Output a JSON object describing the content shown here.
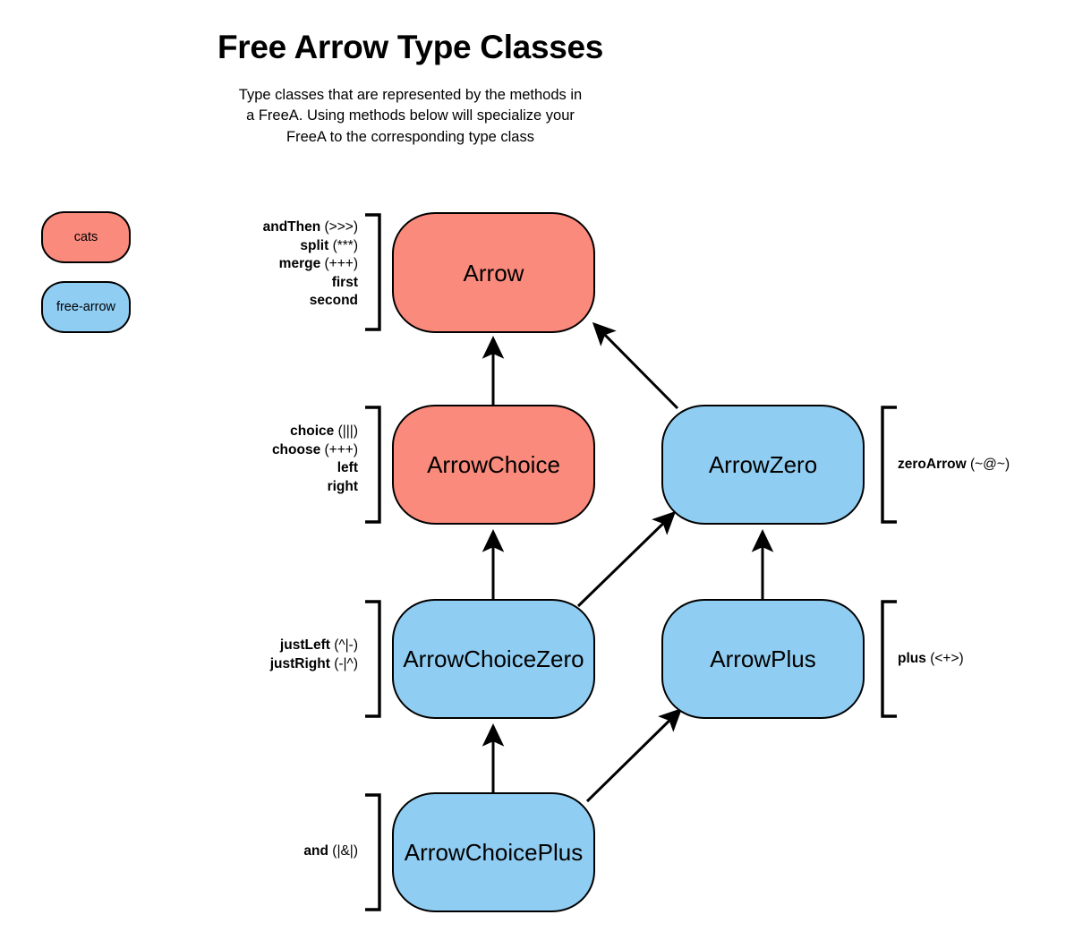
{
  "header": {
    "title": "Free Arrow Type Classes",
    "subtitle_lines": [
      "Type classes that are represented by the methods in",
      "a FreeA. Using methods below will specialize your",
      "FreeA to the corresponding type class"
    ]
  },
  "colors": {
    "cats": "#fa8a7c",
    "free_arrow": "#90cdf2",
    "stroke": "#000000",
    "background": "#ffffff"
  },
  "legend": {
    "items": [
      {
        "label": "cats",
        "color_key": "cats"
      },
      {
        "label": "free-arrow",
        "color_key": "free_arrow"
      }
    ]
  },
  "nodes": [
    {
      "id": "arrow",
      "label": "Arrow",
      "group": "cats"
    },
    {
      "id": "arrow_choice",
      "label": "ArrowChoice",
      "group": "cats"
    },
    {
      "id": "arrow_zero",
      "label": "ArrowZero",
      "group": "free-arrow"
    },
    {
      "id": "arrow_choice_zero",
      "label": "ArrowChoiceZero",
      "group": "free-arrow"
    },
    {
      "id": "arrow_plus",
      "label": "ArrowPlus",
      "group": "free-arrow"
    },
    {
      "id": "arrow_choice_plus",
      "label": "ArrowChoicePlus",
      "group": "free-arrow"
    }
  ],
  "method_groups": {
    "arrow": {
      "node": "Arrow",
      "methods": [
        {
          "name": "andThen",
          "operator": "(>>>)"
        },
        {
          "name": "split",
          "operator": "(***)"
        },
        {
          "name": "merge",
          "operator": "(+++)"
        },
        {
          "name": "first",
          "operator": ""
        },
        {
          "name": "second",
          "operator": ""
        }
      ]
    },
    "arrow_choice": {
      "node": "ArrowChoice",
      "methods": [
        {
          "name": "choice",
          "operator": "(|||)"
        },
        {
          "name": "choose",
          "operator": "(+++)"
        },
        {
          "name": "left",
          "operator": ""
        },
        {
          "name": "right",
          "operator": ""
        }
      ]
    },
    "arrow_choice_zero": {
      "node": "ArrowChoiceZero",
      "methods": [
        {
          "name": "justLeft",
          "operator": "(^|-)"
        },
        {
          "name": "justRight",
          "operator": "(-|^)"
        }
      ]
    },
    "arrow_choice_plus": {
      "node": "ArrowChoicePlus",
      "methods": [
        {
          "name": "and",
          "operator": "(|&|)"
        }
      ]
    },
    "arrow_zero": {
      "node": "ArrowZero",
      "methods": [
        {
          "name": "zeroArrow",
          "operator": "(~@~)"
        }
      ]
    },
    "arrow_plus": {
      "node": "ArrowPlus",
      "methods": [
        {
          "name": "plus",
          "operator": "(<+>)"
        }
      ]
    }
  },
  "edges": [
    {
      "from": "ArrowChoice",
      "to": "Arrow",
      "style": "vertical"
    },
    {
      "from": "ArrowZero",
      "to": "Arrow",
      "style": "diagonal"
    },
    {
      "from": "ArrowChoiceZero",
      "to": "ArrowChoice",
      "style": "vertical"
    },
    {
      "from": "ArrowChoiceZero",
      "to": "ArrowZero",
      "style": "diagonal"
    },
    {
      "from": "ArrowPlus",
      "to": "ArrowZero",
      "style": "vertical"
    },
    {
      "from": "ArrowChoicePlus",
      "to": "ArrowChoiceZero",
      "style": "vertical"
    },
    {
      "from": "ArrowChoicePlus",
      "to": "ArrowPlus",
      "style": "diagonal"
    }
  ]
}
